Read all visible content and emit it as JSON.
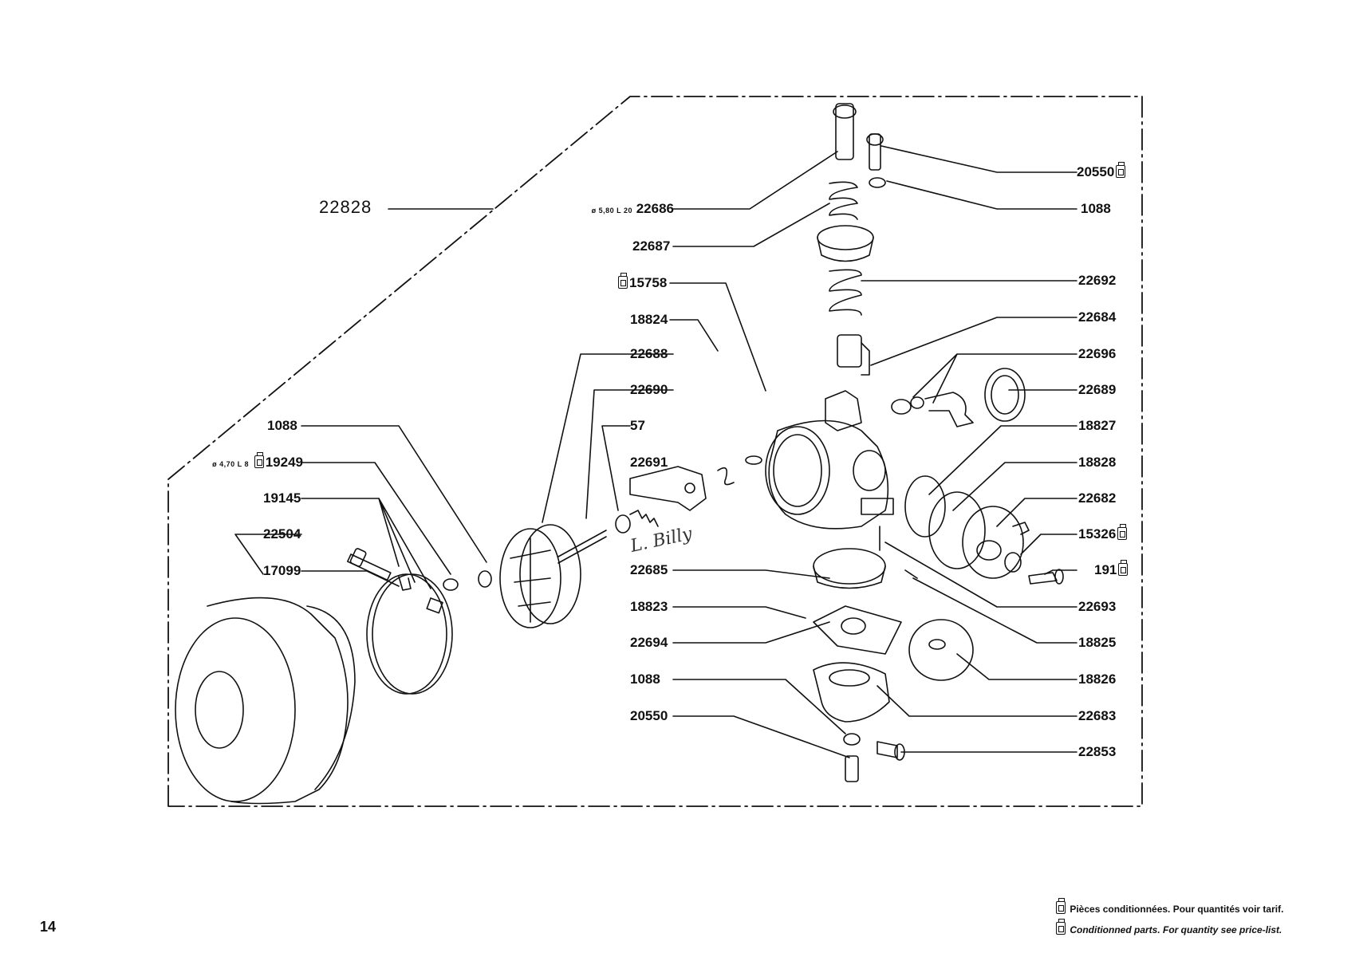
{
  "assembly": {
    "number": "22828"
  },
  "labels_left": [
    {
      "id": "22686",
      "note": "ø 5,80 L 20"
    },
    {
      "id": "22687"
    },
    {
      "id": "15758",
      "packaged": true
    },
    {
      "id": "18824"
    },
    {
      "id": "22688"
    },
    {
      "id": "22690"
    },
    {
      "id": "57"
    },
    {
      "id": "22691"
    },
    {
      "id": "1088"
    },
    {
      "id": "19249",
      "packaged": true,
      "note": "ø 4,70 L 8"
    },
    {
      "id": "19145"
    },
    {
      "id": "22504"
    },
    {
      "id": "17099"
    },
    {
      "id": "22685"
    },
    {
      "id": "18823"
    },
    {
      "id": "22694"
    },
    {
      "id": "1088"
    },
    {
      "id": "20550"
    }
  ],
  "labels_right": [
    {
      "id": "20550",
      "packaged": true
    },
    {
      "id": "1088"
    },
    {
      "id": "22692"
    },
    {
      "id": "22684"
    },
    {
      "id": "22696"
    },
    {
      "id": "22689"
    },
    {
      "id": "18827"
    },
    {
      "id": "18828"
    },
    {
      "id": "22682"
    },
    {
      "id": "15326",
      "packaged": true
    },
    {
      "id": "191",
      "packaged": true
    },
    {
      "id": "22693"
    },
    {
      "id": "18825"
    },
    {
      "id": "18826"
    },
    {
      "id": "22683"
    },
    {
      "id": "22853"
    }
  ],
  "signature": "L. Billy",
  "page_number": "14",
  "footnote": {
    "fr": "Pièces conditionnées. Pour quantités voir tarif.",
    "en": "Conditionned parts. For quantity see price-list."
  }
}
